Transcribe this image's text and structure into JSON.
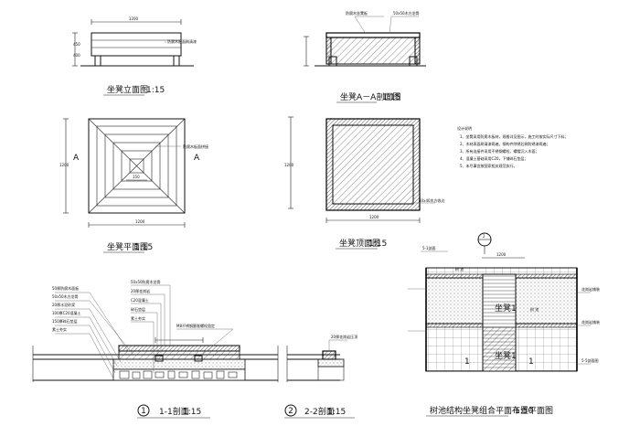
{
  "titles": {
    "elevation": "坐凳立面图",
    "section_aa": "坐凳A－A剖面图",
    "plan": "坐凳平面图",
    "top": "坐凳顶面图",
    "s11_num": "1",
    "s11": "1-1剖面",
    "s22_num": "2",
    "s22": "2-2剖面",
    "site": "树池结构坐凳组合平面布置平面图",
    "scale_115": "1:15",
    "scale_150": "1:50"
  },
  "markers": {
    "a_left": "A",
    "a_right": "A",
    "sym2": "2"
  },
  "notes": {
    "heading": "设计说明",
    "items": [
      "1、坐凳采用防腐木板材，规格详见图示，施工时按实际尺寸下料；",
      "2、木材表面刷清漆两遍，钢构件除锈后刷防锈漆两遍；",
      "3、所有连接件采用不锈钢螺栓，螺帽沉入木面；",
      "4、混凝土基础采用C20，下铺碎石垫层；",
      "5、未尽事宜按国家相关规范执行。"
    ]
  },
  "dims": {
    "elev_w": "1200",
    "elev_h": "450",
    "elev_h2": "400",
    "top_w": "1200",
    "plan_w": "1200",
    "plan_h": "1200",
    "top_h": "1200",
    "plan_inner": "150",
    "site_top": "1200"
  },
  "callouts": {
    "elev": "防腐木板面刷清漆",
    "sec_1": "防腐木坐凳板",
    "sec_2": "50x50木方龙骨",
    "plan": "防腐木板面拼接",
    "top": "40x40木方收边",
    "s11_layers": [
      "50厚防腐木面板",
      "50x50木方龙骨",
      "20厚水泥砂浆",
      "100厚C20混凝土",
      "150厚碎石垫层",
      "素土夯实"
    ],
    "s11_mid": [
      "50x50防腐木龙骨",
      "20厚花岗岩",
      "C20混凝土",
      "碎石垫层",
      "素土夯实"
    ],
    "s11_bolt": "M8不锈钢膨胀螺栓固定",
    "s22": "20厚花岗岩压顶",
    "site_a": "树 池",
    "site_b": "树 池",
    "site_r1": "花岗岩铺装",
    "site_r2": "花岗岩铺装",
    "site_r3": "5-5剖面图",
    "site_l": "5-1剖面",
    "site_c1": "坐凳1",
    "site_c2": "坐凳1",
    "site_1a": "1",
    "site_1b": "1"
  }
}
